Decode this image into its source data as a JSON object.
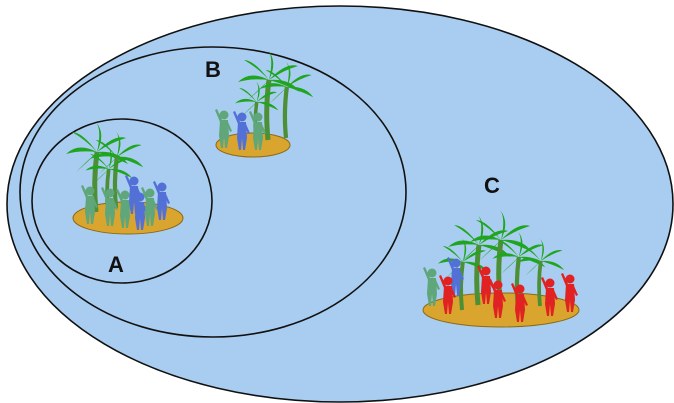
{
  "diagram": {
    "labels": {
      "a": "A",
      "b": "B",
      "c": "C"
    },
    "colors": {
      "sea": "#a9cdf0",
      "outline": "#111111",
      "island": "#d9a52e",
      "island_edge": "#8a6a16",
      "palm_leaf": "#1fa51f",
      "palm_trunk": "#4c8f35",
      "person_green": "#5fa67a",
      "person_blue": "#5270d6",
      "person_red": "#e02222"
    },
    "islands": [
      {
        "region": "A",
        "palms": 3,
        "people": {
          "green": 4,
          "blue": 3
        }
      },
      {
        "region": "B",
        "palms": 3,
        "people": {
          "green": 2,
          "blue": 1
        }
      },
      {
        "region": "C",
        "palms": 5,
        "people": {
          "green": 1,
          "blue": 1,
          "red": 6
        }
      }
    ]
  }
}
